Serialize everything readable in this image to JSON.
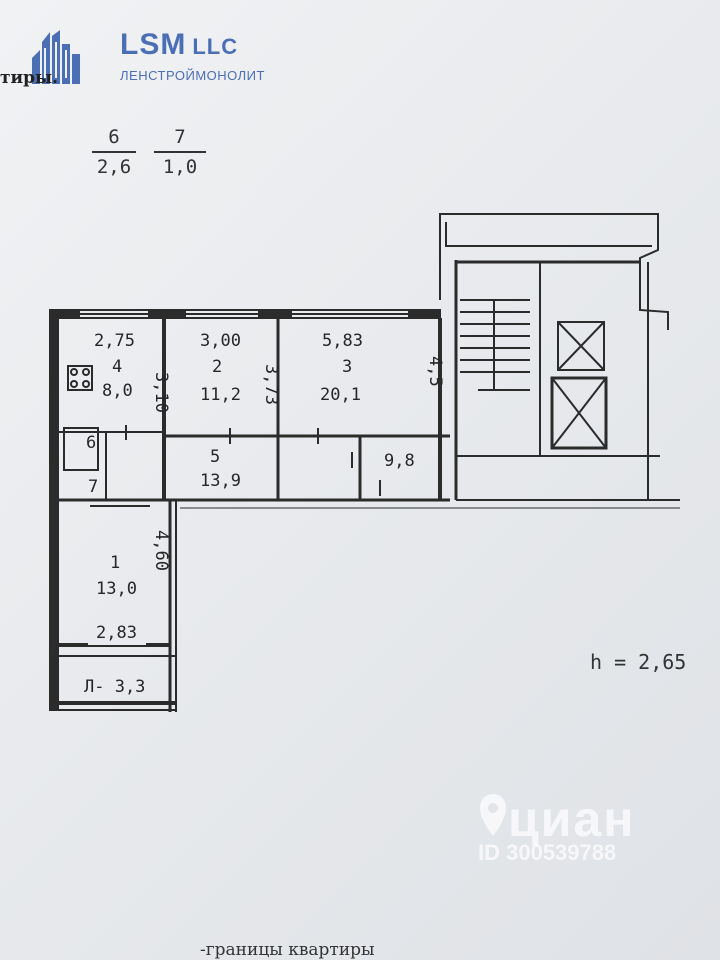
{
  "logo": {
    "name": "LSM",
    "suffix": "LLC",
    "subtitle": "ЛЕНСТРОЙМОНОЛИТ",
    "color": "#4b6fb5"
  },
  "header_fragment": "тиры.",
  "legend": [
    {
      "number": "6",
      "value": "2,6"
    },
    {
      "number": "7",
      "value": "1,0"
    }
  ],
  "rooms": [
    {
      "number": "1",
      "area": "13,0"
    },
    {
      "number": "2",
      "area": "11,2"
    },
    {
      "number": "3",
      "area": "20,1"
    },
    {
      "number": "4",
      "area": "8,0"
    },
    {
      "number": "5",
      "area": "13,9"
    },
    {
      "number": "6",
      "area": ""
    },
    {
      "number": "7",
      "area": ""
    }
  ],
  "storage": {
    "area": "9,8"
  },
  "balcony": {
    "label": "Л- 3,3"
  },
  "dimensions": {
    "width_room4": "2,75",
    "width_room2": "3,00",
    "width_room3": "5,83",
    "depth_room4": "3,10",
    "depth_room2": "3,73",
    "depth_room3": "4,5",
    "depth_room1": "4,60",
    "width_room1": "2,83"
  },
  "ceiling_height": "h = 2,65",
  "watermark": {
    "title": "циан",
    "id": "ID 300539788"
  },
  "footer_fragment": "-границы квартиры"
}
